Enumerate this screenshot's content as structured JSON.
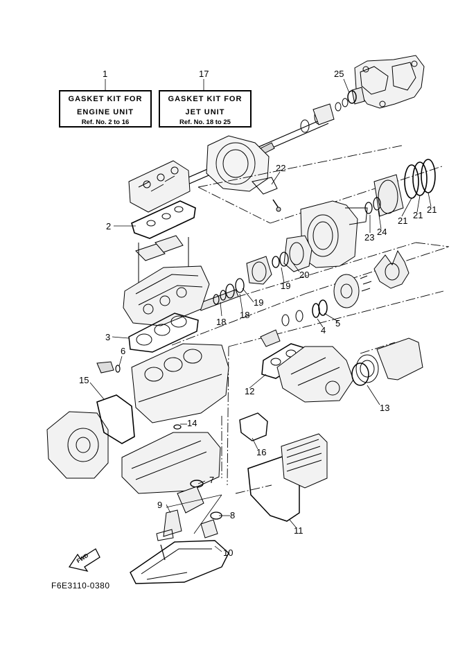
{
  "kits": [
    {
      "ref": "1",
      "line1": "GASKET KIT FOR",
      "line2": "ENGINE UNIT",
      "line3": "Ref. No. 2 to 16"
    },
    {
      "ref": "17",
      "line1": "GASKET KIT FOR",
      "line2": "JET UNIT",
      "line3": "Ref. No. 18 to 25"
    }
  ],
  "callouts": {
    "c2": "2",
    "c3": "3",
    "c4": "4",
    "c5": "5",
    "c6": "6",
    "c7": "7",
    "c8": "8",
    "c9": "9",
    "c10": "10",
    "c11": "11",
    "c12": "12",
    "c13": "13",
    "c14": "14",
    "c15": "15",
    "c16": "16",
    "c18a": "18",
    "c18b": "18",
    "c19a": "19",
    "c19b": "19",
    "c20": "20",
    "c21a": "21",
    "c21b": "21",
    "c21c": "21",
    "c22": "22",
    "c23": "23",
    "c24": "24",
    "c25": "25"
  },
  "fwd_label": "FWD",
  "diagram_code": "F6E3110-0380"
}
